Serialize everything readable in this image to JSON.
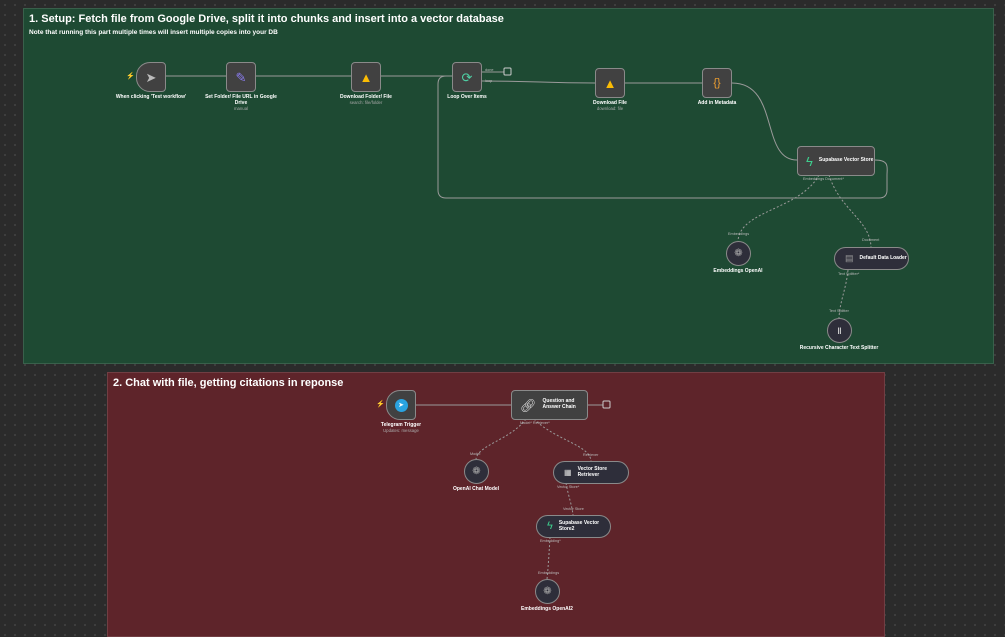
{
  "sections": [
    {
      "title": "1. Setup: Fetch file from Google Drive, split it into chunks and insert into a vector database",
      "note": "Note that running this part multiple times will insert multiple copies into your DB",
      "color": "#1e4a33"
    },
    {
      "title": "2. Chat with file, getting citations in reponse",
      "color": "#5e242a"
    }
  ],
  "nodes": {
    "trigger": {
      "label": "When clicking 'Test workflow'",
      "icon": "cursor-icon"
    },
    "set": {
      "label": "Set Folder/ File URL in Google Drive",
      "sub": "manual",
      "icon": "pencil-icon"
    },
    "dlfolder": {
      "label": "Download Folder/ File",
      "sub": "search: file/folder",
      "icon": "google-drive-icon"
    },
    "loop": {
      "label": "Loop Over Items",
      "done": "done",
      "loopp": "loop",
      "icon": "loop-icon"
    },
    "dlfile": {
      "label": "Download File",
      "sub": "download: file",
      "icon": "google-drive-icon"
    },
    "meta": {
      "label": "Add in Metadata",
      "icon": "braces-icon",
      "glyph": "{}"
    },
    "supa": {
      "label": "Supabase Vector Store",
      "p1": "Embeddings",
      "p2": "Document*",
      "icon": "supabase-icon"
    },
    "emb": {
      "label": "Embeddings OpenAI",
      "port": "Embeddings",
      "icon": "openai-icon"
    },
    "loader": {
      "label": "Default Data Loader",
      "port": "Document",
      "p2": "Text Splitter*",
      "icon": "document-icon"
    },
    "splitter": {
      "label": "Recursive Character Text Splitter",
      "port": "Text Splitter",
      "icon": "splitter-icon"
    },
    "telegram": {
      "label": "Telegram Trigger",
      "sub": "Updates: message",
      "icon": "telegram-icon"
    },
    "qa": {
      "label": "Question and Answer Chain",
      "p1": "Model*",
      "p2": "Retriever*",
      "icon": "link-icon"
    },
    "chat": {
      "label": "OpenAI Chat Model",
      "port": "Model",
      "icon": "openai-icon"
    },
    "retr": {
      "label": "Vector Store Retriever",
      "port": "Retriever",
      "p2": "Vector Store*",
      "icon": "box-icon"
    },
    "supa2": {
      "label": "Supabase Vector Store2",
      "port": "Vector Store",
      "p2": "Embedding*",
      "icon": "supabase-icon"
    },
    "emb2": {
      "label": "Embeddings OpenAI2",
      "port": "Embeddings",
      "icon": "openai-icon"
    }
  },
  "colors": {
    "wire": "#9a9a9a",
    "supabase": "#3ecf8e",
    "braces": "#f0a030",
    "telegram": "#2aa3e0"
  }
}
